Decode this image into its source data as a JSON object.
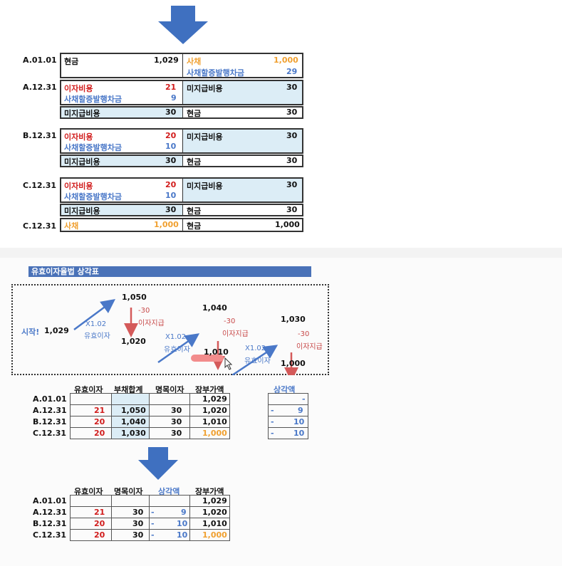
{
  "colors": {
    "debit_red": "#d11c1c",
    "blue": "#4a78c8",
    "orange": "#f0a030",
    "shade": "#dcedf6",
    "header_bar": "#4a72b8",
    "down_arrow": "#3f70c0"
  },
  "journal": {
    "a0101": {
      "date": "A.01.01",
      "dr1": "현금",
      "dr1_amt": "1,029",
      "cr1": "사채",
      "cr1_amt": "1,000",
      "cr2": "사채할증발행차금",
      "cr2_amt": "29"
    },
    "a1231": {
      "date": "A.12.31",
      "dr1": "이자비용",
      "dr1_amt": "21",
      "dr2": "사채할증발행차금",
      "dr2_amt": "9",
      "cr1": "미지급비용",
      "cr1_amt": "30",
      "p_dr": "미지급비용",
      "p_dr_amt": "30",
      "p_cr": "현금",
      "p_cr_amt": "30"
    },
    "b1231": {
      "date": "B.12.31",
      "dr1": "이자비용",
      "dr1_amt": "20",
      "dr2": "사채할증발행차금",
      "dr2_amt": "10",
      "cr1": "미지급비용",
      "cr1_amt": "30",
      "p_dr": "미지급비용",
      "p_dr_amt": "30",
      "p_cr": "현금",
      "p_cr_amt": "30"
    },
    "c1231": {
      "date": "C.12.31",
      "dr1": "이자비용",
      "dr1_amt": "20",
      "dr2": "사채할증발행차금",
      "dr2_amt": "10",
      "cr1": "미지급비용",
      "cr1_amt": "30",
      "p_dr": "미지급비용",
      "p_dr_amt": "30",
      "p_cr": "현금",
      "p_cr_amt": "30"
    },
    "c1231b": {
      "date": "C.12.31",
      "dr1": "사채",
      "dr1_amt": "1,000",
      "cr1": "현금",
      "cr1_amt": "1,000"
    }
  },
  "amort": {
    "title": "유효이자율법 상각표",
    "start": "시작!",
    "v1029": "1,029",
    "v1050": "1,050",
    "v1020": "1,020",
    "v1040": "1,040",
    "v1010": "1,010",
    "v1030": "1,030",
    "v1000": "1,000",
    "mult": "X1.02",
    "eff": "유효이자",
    "minus30": "-30",
    "paid": "이자지급"
  },
  "table1": {
    "headers": [
      "유효이자",
      "부채합계",
      "명목이자",
      "장부가액"
    ],
    "rows": [
      {
        "label": "A.01.01",
        "eff": "",
        "total": "",
        "nominal": "",
        "book": "1,029"
      },
      {
        "label": "A.12.31",
        "eff": "21",
        "total": "1,050",
        "nominal": "30",
        "book": "1,020"
      },
      {
        "label": "B.12.31",
        "eff": "20",
        "total": "1,040",
        "nominal": "30",
        "book": "1,010"
      },
      {
        "label": "C.12.31",
        "eff": "20",
        "total": "1,030",
        "nominal": "30",
        "book": "1,000"
      }
    ],
    "amort_header": "상각액",
    "amort_rows": [
      {
        "sign": "",
        "val": "-"
      },
      {
        "sign": "-",
        "val": "9"
      },
      {
        "sign": "-",
        "val": "10"
      },
      {
        "sign": "-",
        "val": "10"
      }
    ]
  },
  "table2": {
    "headers": [
      "유효이자",
      "명목이자",
      "상각액",
      "장부가액"
    ],
    "rows": [
      {
        "label": "A.01.01",
        "eff": "",
        "nominal": "",
        "sign": "",
        "amort": "",
        "book": "1,029"
      },
      {
        "label": "A.12.31",
        "eff": "21",
        "nominal": "30",
        "sign": "-",
        "amort": "9",
        "book": "1,020"
      },
      {
        "label": "B.12.31",
        "eff": "20",
        "nominal": "30",
        "sign": "-",
        "amort": "10",
        "book": "1,010"
      },
      {
        "label": "C.12.31",
        "eff": "20",
        "nominal": "30",
        "sign": "-",
        "amort": "10",
        "book": "1,000"
      }
    ]
  }
}
